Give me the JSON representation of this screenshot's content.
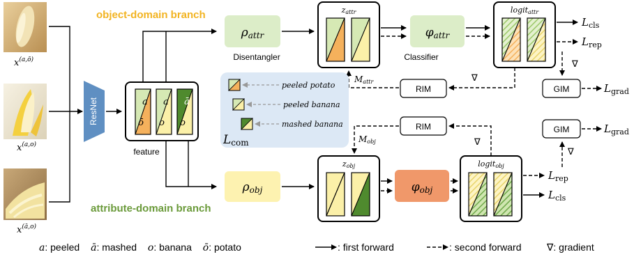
{
  "branches": {
    "object": "object-domain branch",
    "attribute": "attribute-domain branch"
  },
  "images": [
    {
      "label": "x",
      "sup": "(a,ō)"
    },
    {
      "label": "x",
      "sup": "(a,o)"
    },
    {
      "label": "x",
      "sup": "(ā,o)"
    }
  ],
  "encoder": "ResNet",
  "feature": {
    "label": "feature",
    "cells": [
      {
        "top": "a",
        "bottom": "ō"
      },
      {
        "top": "a",
        "bottom": "o"
      },
      {
        "top": "ā",
        "bottom": "o"
      }
    ]
  },
  "top_branch": {
    "disentangler_sym": "ρ",
    "disentangler_sub": "attr",
    "disentangler_label": "Disentangler",
    "z_label": "z",
    "z_sub": "attr",
    "classifier_sym": "φ",
    "classifier_sub": "attr",
    "classifier_label": "Classifier",
    "logit_label": "logit",
    "logit_sub": "attr",
    "rim": "RIM",
    "m_label": "M",
    "m_sub": "attr",
    "grad": "∇"
  },
  "bottom_branch": {
    "disentangler_sym": "ρ",
    "disentangler_sub": "obj",
    "z_label": "z",
    "z_sub": "obj",
    "classifier_sym": "φ",
    "classifier_sub": "obj",
    "logit_label": "logit",
    "logit_sub": "obj",
    "rim": "RIM",
    "m_label": "M",
    "m_sub": "obj",
    "grad": "∇"
  },
  "losses": {
    "cls": "cls",
    "rep": "rep",
    "grad": "grad",
    "com": "com",
    "L": "L",
    "gim": "GIM",
    "grad_sym": "∇"
  },
  "combos": [
    {
      "label": "peeled potato"
    },
    {
      "label": "peeled banana"
    },
    {
      "label": "mashed banana"
    }
  ],
  "legend": {
    "a_sym": "a",
    "a_text": ": peeled",
    "abar_sym": "ā",
    "abar_text": ": mashed",
    "o_sym": "o",
    "o_text": ": banana",
    "obar_sym": "ō",
    "obar_text": ": potato",
    "first": ": first forward",
    "second": ": second forward",
    "grad_sym": "∇",
    "grad_text": ": gradient"
  },
  "colors": {
    "orange_title": "#f2b320",
    "green_title": "#6a9a3a",
    "attr_fill": "#f5b15c",
    "obj_fill": "#4f8a2e",
    "light_green": "#d6e9b4",
    "light_yellow": "#fbf0a8",
    "disent_top": "#dcedc8",
    "disent_bottom": "#fdf2b0",
    "phi_obj": "#f0986a",
    "panel": "#dce8f5",
    "resnet": "#5f8fc2"
  }
}
